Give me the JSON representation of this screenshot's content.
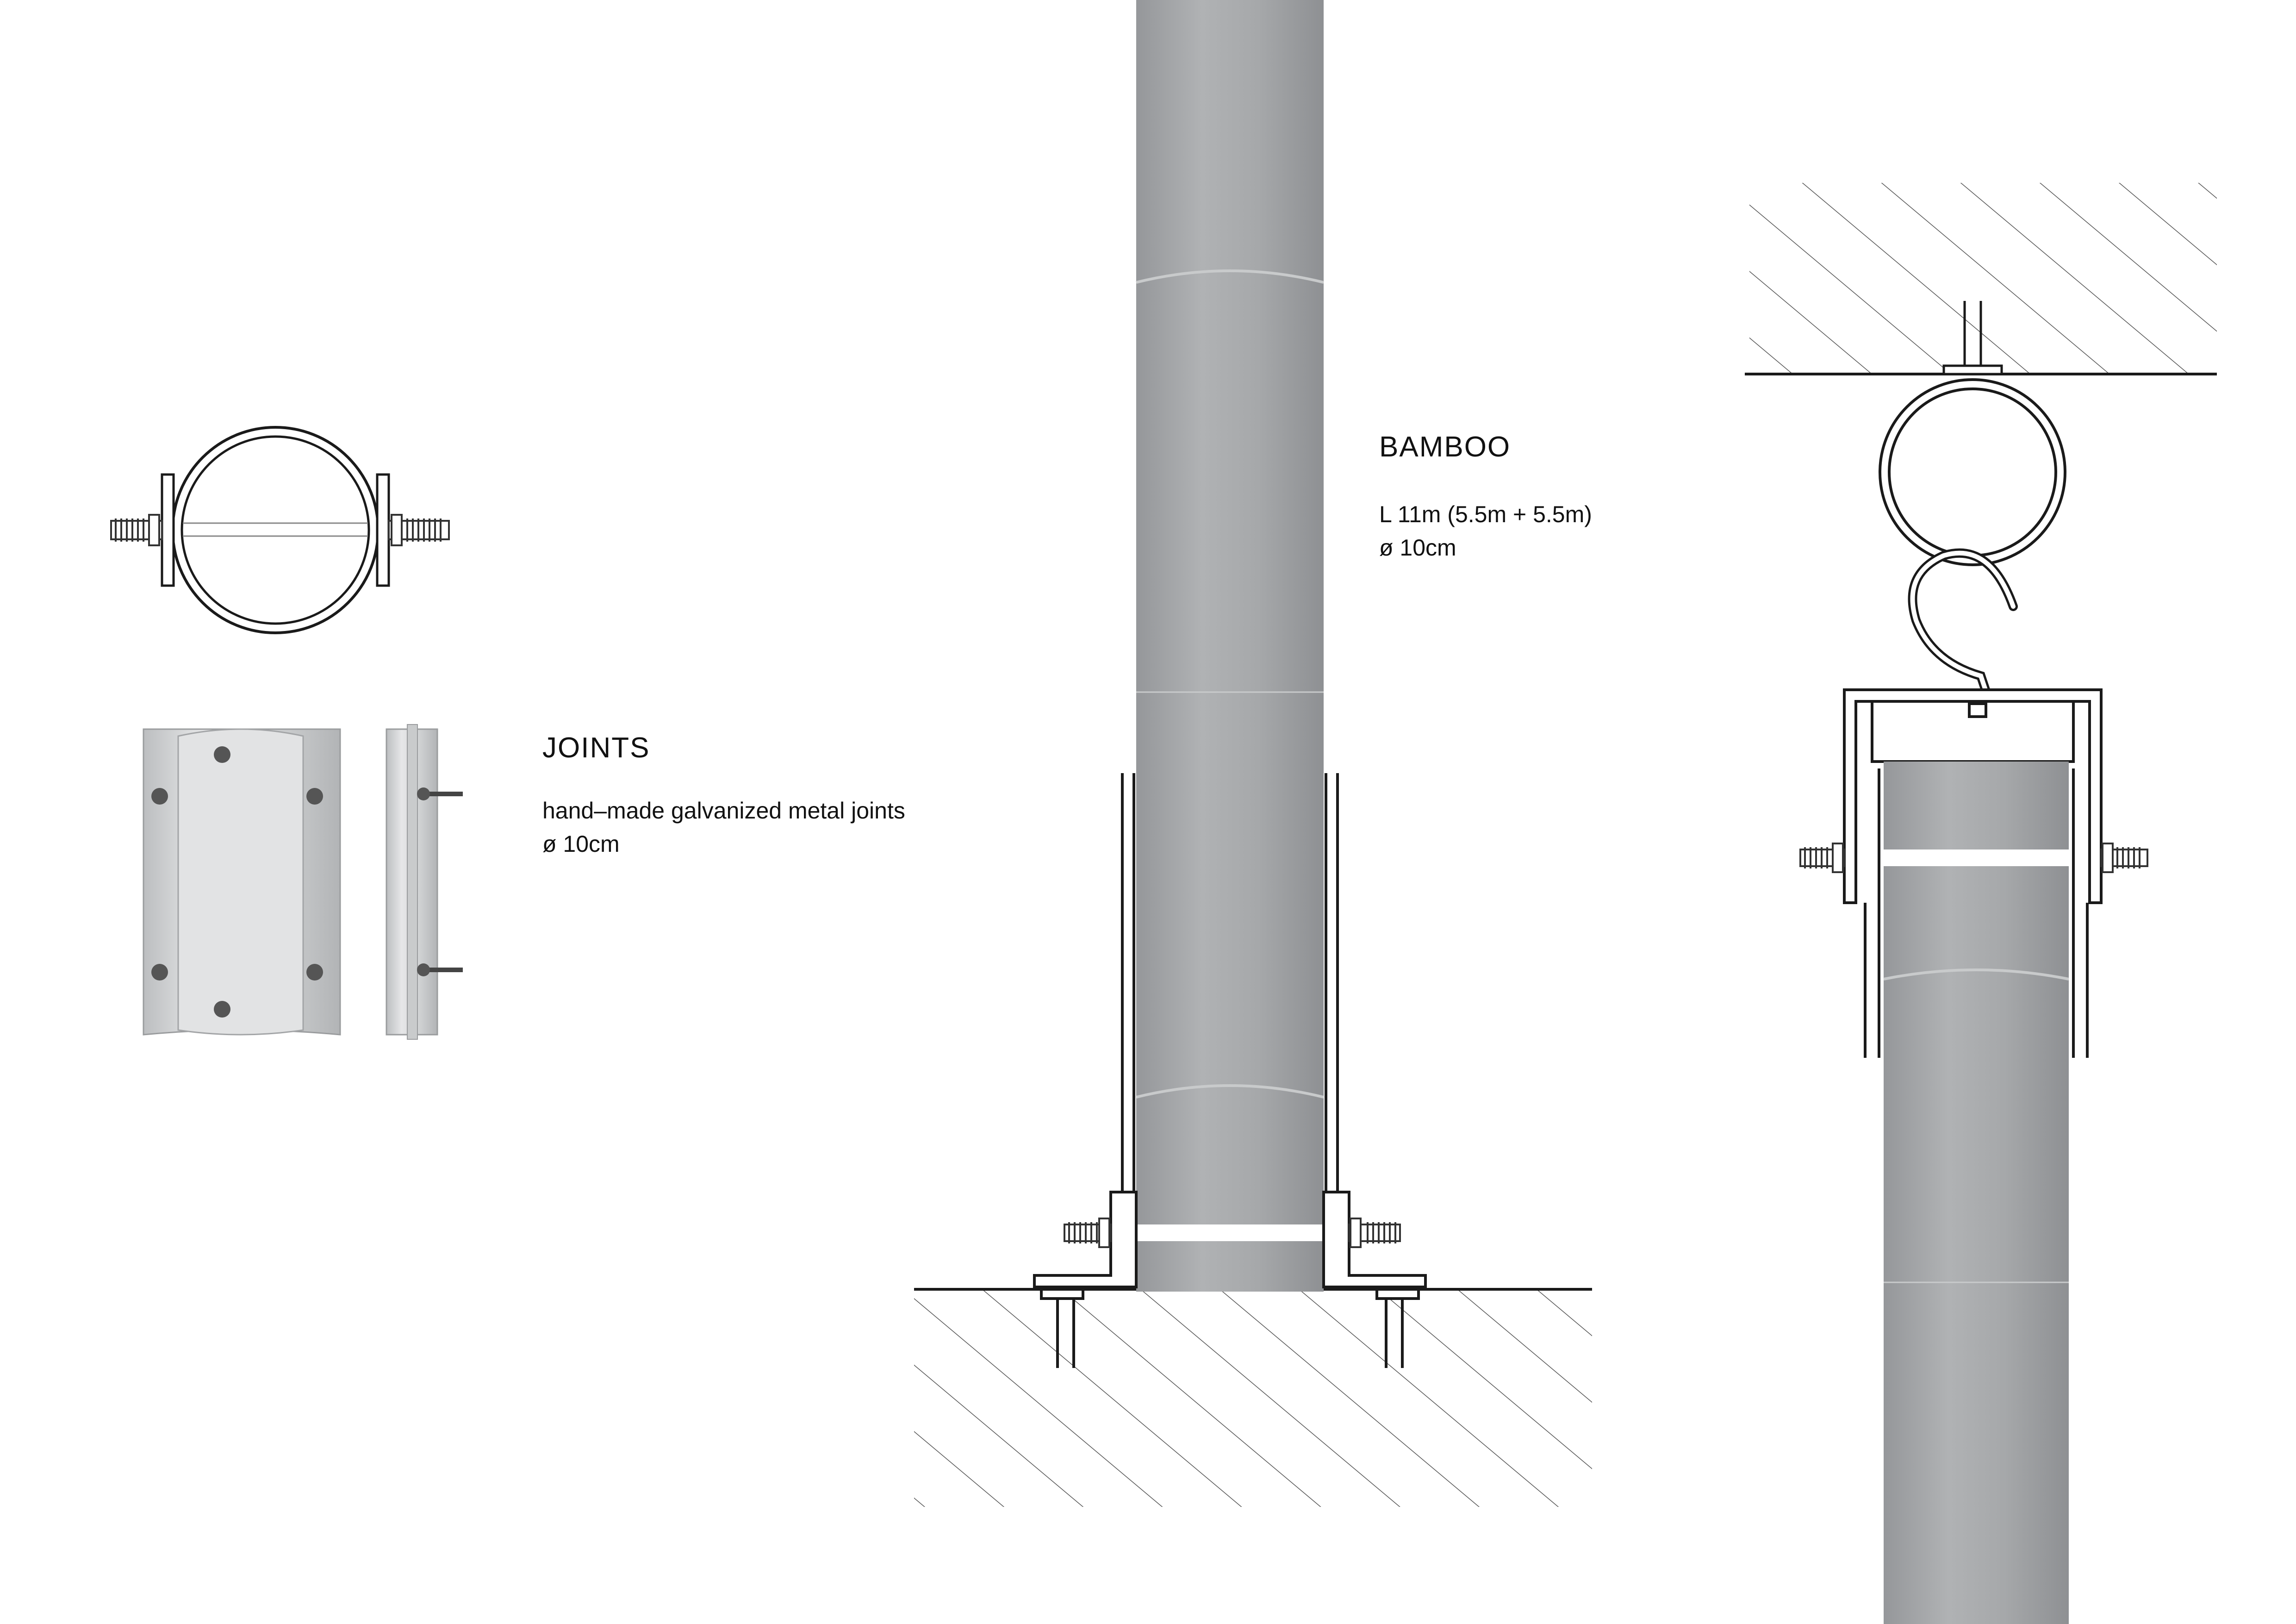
{
  "joints": {
    "heading": "JOINTS",
    "description": "hand–made galvanized metal joints",
    "diameter": "ø 10cm"
  },
  "bamboo": {
    "heading": "BAMBOO",
    "length": "L 11m (5.5m + 5.5m)",
    "diameter": "ø 10cm"
  },
  "colors": {
    "bamboo": "#a9abad",
    "metal": "#d0d2d3",
    "ink": "#1a1a1a",
    "hatch": "#555555"
  }
}
